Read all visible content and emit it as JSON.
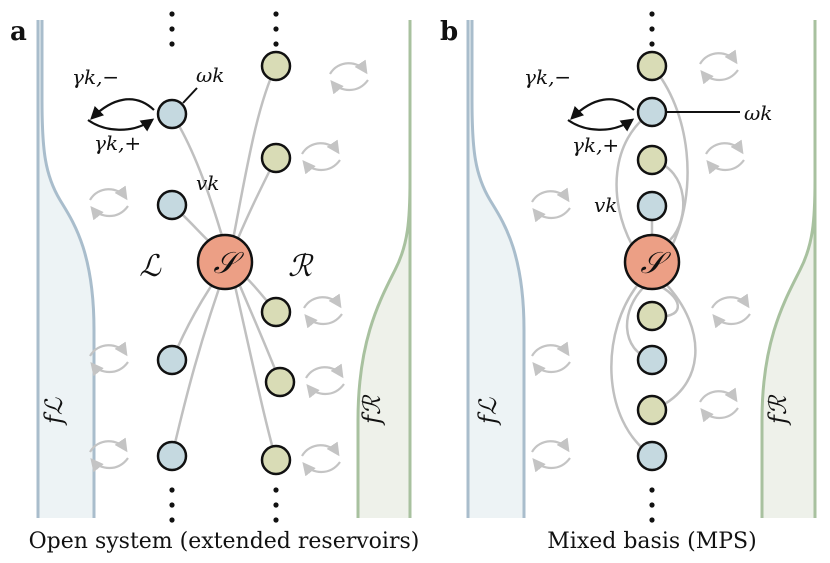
{
  "panels": [
    {
      "letter": "a",
      "caption": "Open system (extended reservoirs)",
      "labels": {
        "system": "𝒮",
        "left_reservoir": "ℒ",
        "right_reservoir": "ℛ",
        "gamma_minus": "γk,−",
        "gamma_plus": "γk,+",
        "omega": "ωk",
        "coupling": "vk",
        "f_left": "fℒ",
        "f_right": "fℛ"
      }
    },
    {
      "letter": "b",
      "caption": "Mixed basis (MPS)",
      "labels": {
        "system": "𝒮",
        "gamma_minus": "γk,−",
        "gamma_plus": "γk,+",
        "omega": "ωk",
        "coupling": "vk",
        "f_left": "fℒ",
        "f_right": "fℛ"
      }
    }
  ],
  "colors": {
    "blue_mode": "#c5d9e0",
    "green_mode": "#d9dcb6",
    "system": "#ec9f85",
    "left_fill": "#edf3f5",
    "left_stroke": "#a9bdcc",
    "right_fill": "#eef1ea",
    "right_stroke": "#a8c19f",
    "arrow_grey": "#c4c4c4",
    "link_grey": "#c0c0c0"
  }
}
